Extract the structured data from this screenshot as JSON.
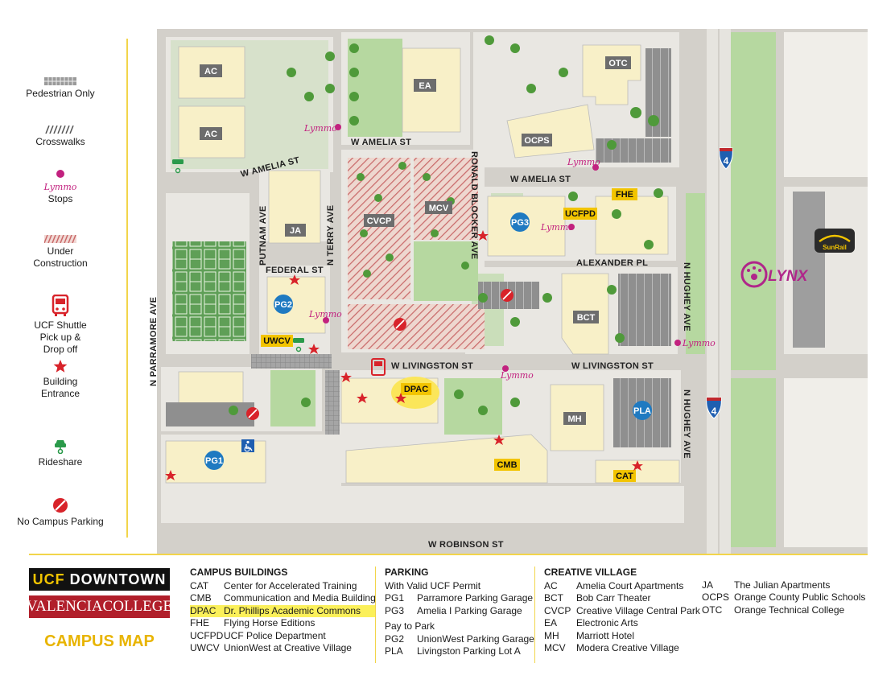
{
  "legend": {
    "pedestrian": "Pedestrian Only",
    "crosswalks": "Crosswalks",
    "lymmo_logo": "Lymmo",
    "lymmo_stops": "Stops",
    "construction": "Under Construction",
    "shuttle": "UCF Shuttle Pick up & Drop off",
    "entrance": "Building Entrance",
    "rideshare": "Rideshare",
    "no_parking": "No Campus Parking"
  },
  "streets": {
    "amelia_west": "W AMELIA ST",
    "amelia_mid": "W AMELIA ST",
    "amelia_east": "W AMELIA ST",
    "putnam": "PUTNAM AVE",
    "terry": "N TERRY AVE",
    "federal": "FEDERAL ST",
    "ronald": "RONALD BLOCKER AVE",
    "alexander": "ALEXANDER PL",
    "hughey_north": "N HUGHEY AVE",
    "hughey_south": "N HUGHEY AVE",
    "parramore": "N PARRAMORE AVE",
    "livingston_west": "W LIVINGSTON ST",
    "livingston_east": "W LIVINGSTON ST",
    "robinson": "W ROBINSON ST"
  },
  "labels": {
    "ac1": "AC",
    "ac2": "AC",
    "ea": "EA",
    "otc": "OTC",
    "ocps": "OCPS",
    "cvcp": "CVCP",
    "mcv": "MCV",
    "ja": "JA",
    "pg3": "PG3",
    "ucfpd": "UCFPD",
    "fhe": "FHE",
    "pg2": "PG2",
    "uwcv": "UWCV",
    "bct": "BCT",
    "dpac": "DPAC",
    "mh": "MH",
    "pla": "PLA",
    "pg1": "PG1",
    "cmb": "CMB",
    "cat": "CAT",
    "lymmo": "Lymmo",
    "interstate": "4",
    "lynx": "LYNX",
    "sunrail": "SunRail"
  },
  "footer": {
    "ucf_a": "UCF",
    "ucf_b": "DOWNTOWN",
    "valencia": "VALENCIACOLLEGE",
    "campus_map": "CAMPUS MAP",
    "buildings_title": "CAMPUS BUILDINGS",
    "buildings": [
      {
        "code": "CAT",
        "name": "Center for Accelerated Training"
      },
      {
        "code": "CMB",
        "name": "Communication and Media Building"
      },
      {
        "code": "DPAC",
        "name": "Dr. Phillips Academic Commons"
      },
      {
        "code": "FHE",
        "name": "Flying Horse Editions"
      },
      {
        "code": "UCFPD",
        "name": "UCF Police Department"
      },
      {
        "code": "UWCV",
        "name": "UnionWest at Creative Village"
      }
    ],
    "parking_title": "PARKING",
    "parking_permit": "With Valid UCF Permit",
    "parking_permit_items": [
      {
        "code": "PG1",
        "name": "Parramore Parking Garage"
      },
      {
        "code": "PG3",
        "name": "Amelia I Parking Garage"
      }
    ],
    "parking_pay": "Pay to Park",
    "parking_pay_items": [
      {
        "code": "PG2",
        "name": "UnionWest Parking Garage"
      },
      {
        "code": "PLA",
        "name": "Livingston Parking Lot A"
      }
    ],
    "cv_title": "CREATIVE VILLAGE",
    "cv_items_a": [
      {
        "code": "AC",
        "name": "Amelia Court Apartments"
      },
      {
        "code": "BCT",
        "name": "Bob Carr Theater"
      },
      {
        "code": "CVCP",
        "name": "Creative Village Central Park"
      },
      {
        "code": "EA",
        "name": "Electronic Arts"
      },
      {
        "code": "MH",
        "name": "Marriott Hotel"
      },
      {
        "code": "MCV",
        "name": "Modera Creative Village"
      }
    ],
    "cv_items_b": [
      {
        "code": "JA",
        "name": "The Julian Apartments"
      },
      {
        "code": "OCPS",
        "name": "Orange County Public Schools"
      },
      {
        "code": "OTC",
        "name": "Orange Technical College"
      }
    ]
  },
  "colors": {
    "building": "#f8f0c8",
    "street": "#d3d0ca",
    "block": "#e9e7e2",
    "green": "#b6d8a0",
    "tree": "#4f9a3a",
    "label_bg": "#6d6d6d",
    "ucf_gold": "#f2c400",
    "parking_blue": "#1f7ac1",
    "lymmo": "#c2217f",
    "star": "#d8232a",
    "construction": "#c96a6a"
  }
}
